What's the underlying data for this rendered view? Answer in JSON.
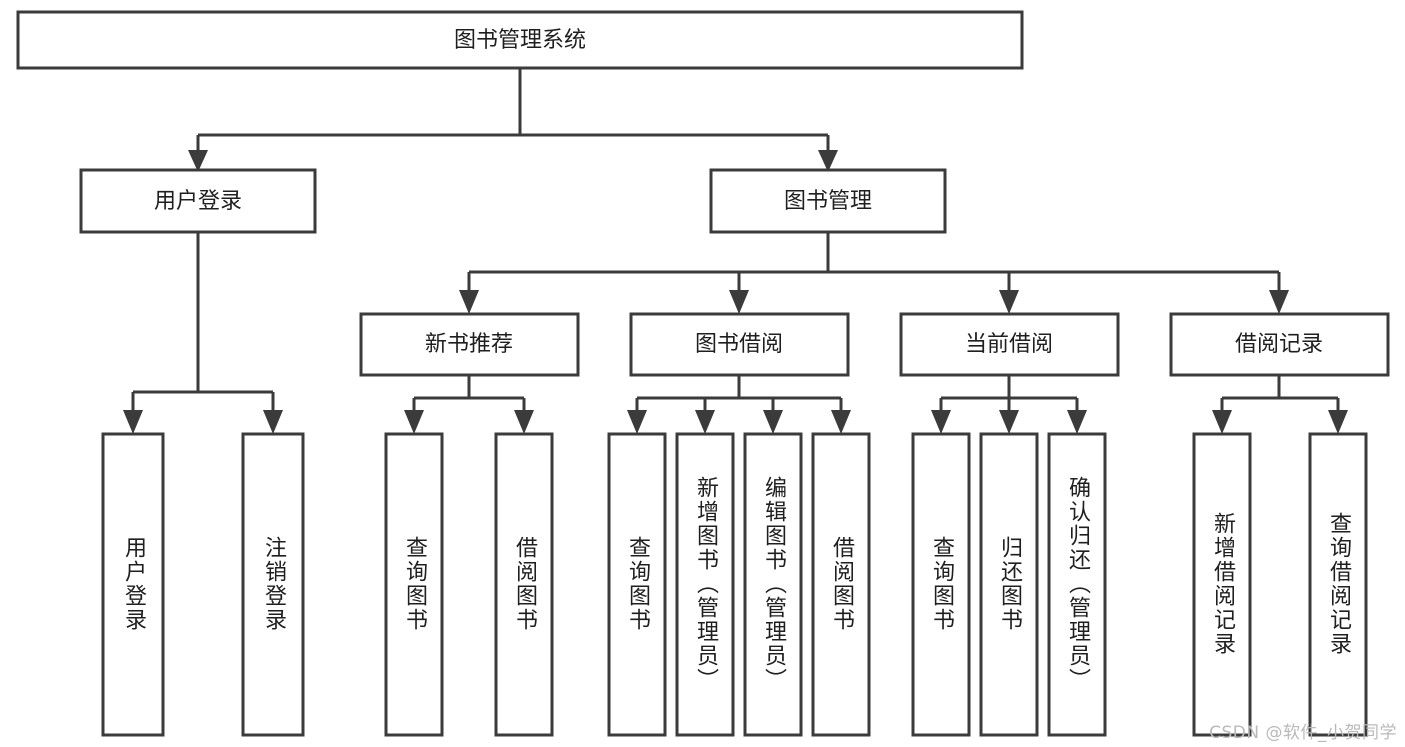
{
  "diagram": {
    "type": "tree",
    "title": "图书管理系统",
    "watermark": "CSDN @软件_小贺同学",
    "colors": {
      "background": "#ffffff",
      "stroke": "#3b3b3b",
      "box_fill": "#ffffff",
      "text": "#1f1f1f",
      "watermark": "#b9b9b9"
    },
    "root": {
      "label": "图书管理系统",
      "orientation": "horizontal"
    },
    "level2": [
      {
        "label": "用户登录",
        "orientation": "horizontal"
      },
      {
        "label": "图书管理",
        "orientation": "horizontal"
      }
    ],
    "level3": [
      {
        "label": "新书推荐",
        "orientation": "horizontal",
        "parent": "图书管理"
      },
      {
        "label": "图书借阅",
        "orientation": "horizontal",
        "parent": "图书管理"
      },
      {
        "label": "当前借阅",
        "orientation": "horizontal",
        "parent": "图书管理"
      },
      {
        "label": "借阅记录",
        "orientation": "horizontal",
        "parent": "图书管理"
      }
    ],
    "leaves": [
      {
        "label": "用户登录",
        "parent": "用户登录",
        "orientation": "vertical"
      },
      {
        "label": "注销登录",
        "parent": "用户登录",
        "orientation": "vertical"
      },
      {
        "label": "查询图书",
        "parent": "新书推荐",
        "orientation": "vertical"
      },
      {
        "label": "借阅图书",
        "parent": "新书推荐",
        "orientation": "vertical"
      },
      {
        "label": "查询图书",
        "parent": "图书借阅",
        "orientation": "vertical"
      },
      {
        "label": "新增图书（管理员）",
        "parent": "图书借阅",
        "orientation": "vertical"
      },
      {
        "label": "编辑图书（管理员）",
        "parent": "图书借阅",
        "orientation": "vertical"
      },
      {
        "label": "借阅图书",
        "parent": "图书借阅",
        "orientation": "vertical"
      },
      {
        "label": "查询图书",
        "parent": "当前借阅",
        "orientation": "vertical"
      },
      {
        "label": "归还图书",
        "parent": "当前借阅",
        "orientation": "vertical"
      },
      {
        "label": "确认归还（管理员）",
        "parent": "当前借阅",
        "orientation": "vertical"
      },
      {
        "label": "新增借阅记录",
        "parent": "借阅记录",
        "orientation": "vertical"
      },
      {
        "label": "查询借阅记录",
        "parent": "借阅记录",
        "orientation": "vertical"
      }
    ]
  }
}
